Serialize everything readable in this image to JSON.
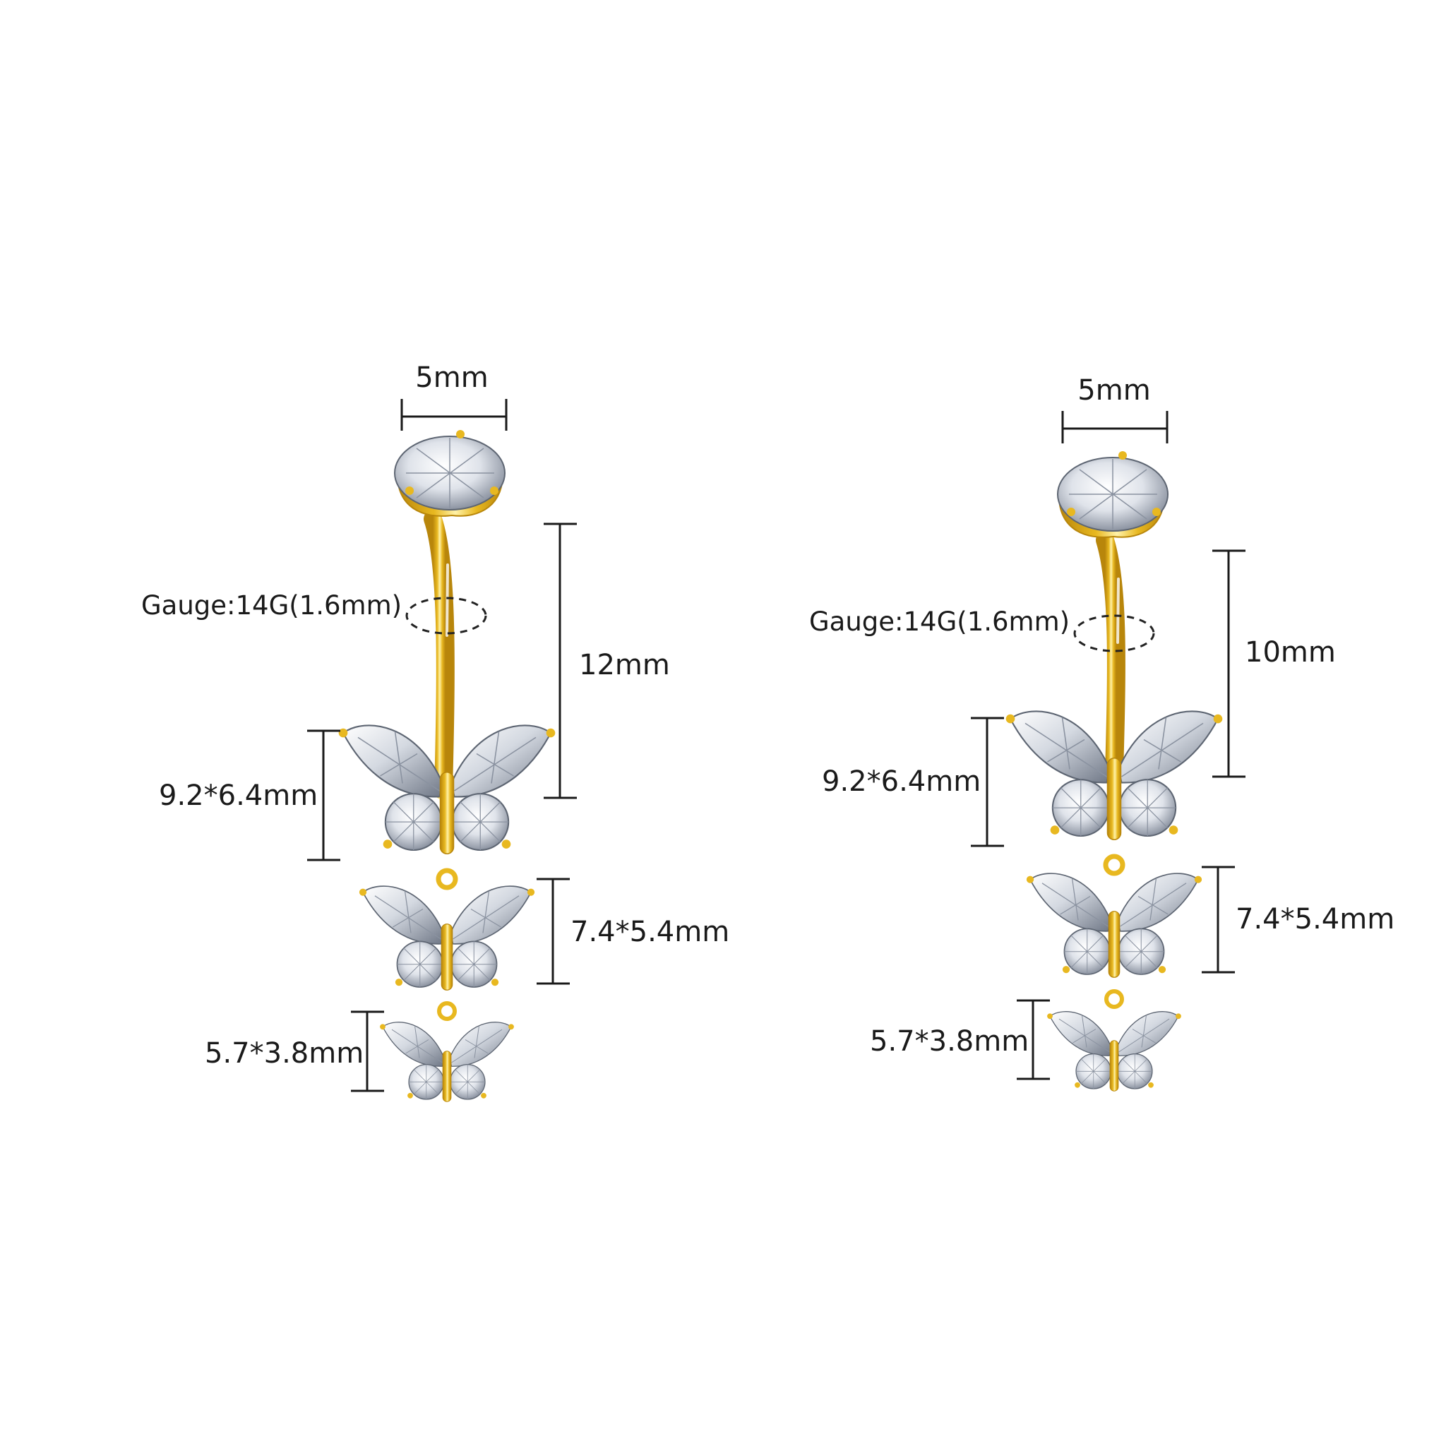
{
  "colors": {
    "gold": "#e8b820",
    "gold_dark": "#b8860b",
    "gold_light": "#fff2a8",
    "gem": "#dfe3ea",
    "gem_dark": "#7d8594",
    "line": "#1a1a1a"
  },
  "variants": [
    {
      "top_width": "5mm",
      "gauge": "Gauge:14G(1.6mm)",
      "bar_length": "12mm",
      "butterfly_large": "9.2*6.4mm",
      "butterfly_medium": "7.4*5.4mm",
      "butterfly_small": "5.7*3.8mm"
    },
    {
      "top_width": "5mm",
      "gauge": "Gauge:14G(1.6mm)",
      "bar_length": "10mm",
      "butterfly_large": "9.2*6.4mm",
      "butterfly_medium": "7.4*5.4mm",
      "butterfly_small": "5.7*3.8mm"
    }
  ]
}
